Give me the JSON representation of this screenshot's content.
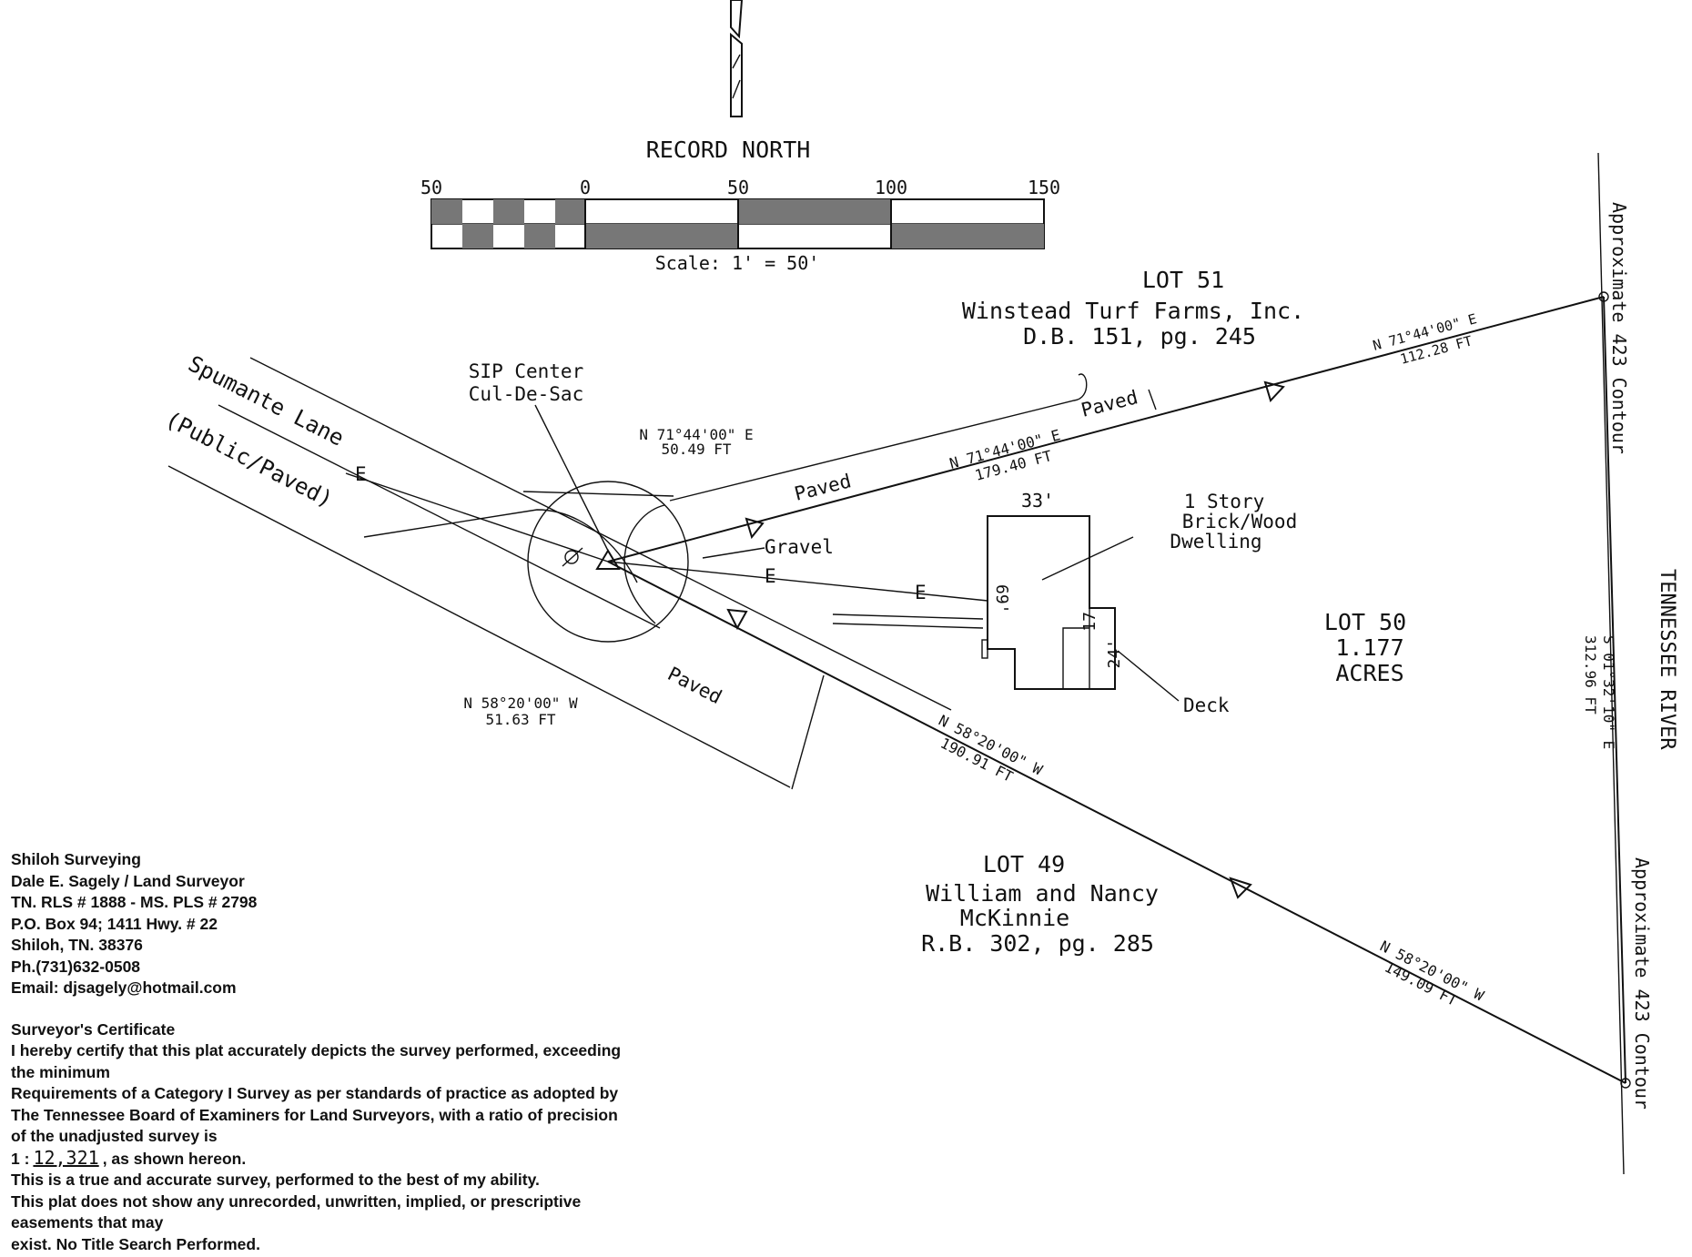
{
  "north_arrow": {
    "label": "RECORD NORTH"
  },
  "scale_bar": {
    "ticks": [
      "50",
      "0",
      "50",
      "100",
      "150"
    ],
    "caption": "Scale: 1' = 50'"
  },
  "lots": {
    "lot51": {
      "title": "LOT 51",
      "owner": "Winstead Turf Farms, Inc.",
      "deed": "D.B. 151, pg. 245"
    },
    "lot50": {
      "title": "LOT 50",
      "area": "1.177",
      "units": "ACRES"
    },
    "lot49": {
      "title": "LOT 49",
      "owner_line1": "William and Nancy",
      "owner_line2": "McKinnie",
      "deed": "R.B. 302, pg. 285"
    }
  },
  "road": {
    "name": "Spumante Lane",
    "type": "(Public/Paved)",
    "cul_de_sac_line1": "SIP Center",
    "cul_de_sac_line2": "Cul-De-Sac",
    "paved_label": "Paved",
    "gravel_label": "Gravel"
  },
  "calls": {
    "north_short_bearing": "N 71°44'00\" E",
    "north_short_dist": "50.49 FT",
    "north_long_bearing": "N 71°44'00\" E",
    "north_long_dist": "179.40 FT",
    "north_end_bearing": "N 71°44'00\" E",
    "north_end_dist": "112.28 FT",
    "south_short_bearing": "N 58°20'00\" W",
    "south_short_dist": "51.63 FT",
    "south_long_bearing": "N 58°20'00\" W",
    "south_long_dist": "190.91 FT",
    "south_end_bearing": "N 58°20'00\" W",
    "south_end_dist": "149.09 FT",
    "east_bearing": "S 01°32'10\" E",
    "east_dist": "312.96 FT"
  },
  "building": {
    "line1": "1 Story",
    "line2": "Brick/Wood",
    "line3": "Dwelling",
    "width": "33'",
    "depth": "69'",
    "deck_width": "17",
    "deck_depth": "24'",
    "deck_label": "Deck"
  },
  "river": {
    "name": "TENNESSEE  RIVER",
    "contour": "Approximate 423 Contour",
    "electric": "E"
  },
  "surveyor": {
    "company": "Shiloh Surveying",
    "name": "Dale E. Sagely / Land Surveyor",
    "license": "TN. RLS # 1888 - MS. PLS # 2798",
    "address": "P.O. Box 94; 1411 Hwy. # 22",
    "city": "Shiloh, TN. 38376",
    "phone": "Ph.(731)632-0508",
    "email": "Email: djsagely@hotmail.com",
    "cert_title": "Surveyor's Certificate",
    "cert_1": "I hereby certify that this plat accurately depicts the survey performed, exceeding",
    "cert_2": "the minimum",
    "cert_3": "Requirements of a Category I Survey as per standards of practice as adopted by",
    "cert_4": "The Tennessee  Board of Examiners for Land Surveyors, with a ratio of precision",
    "cert_5": "of the unadjusted survey is",
    "ratio_prefix": "1 :",
    "ratio_value": "12,321",
    "ratio_suffix": ", as shown hereon.",
    "cert_6": "This is a true and accurate survey, performed to the best of my ability.",
    "cert_7": "This plat does not show any unrecorded, unwritten, implied, or prescriptive",
    "cert_8": "easements that may",
    "cert_9": "exist. No Title Search Performed."
  }
}
